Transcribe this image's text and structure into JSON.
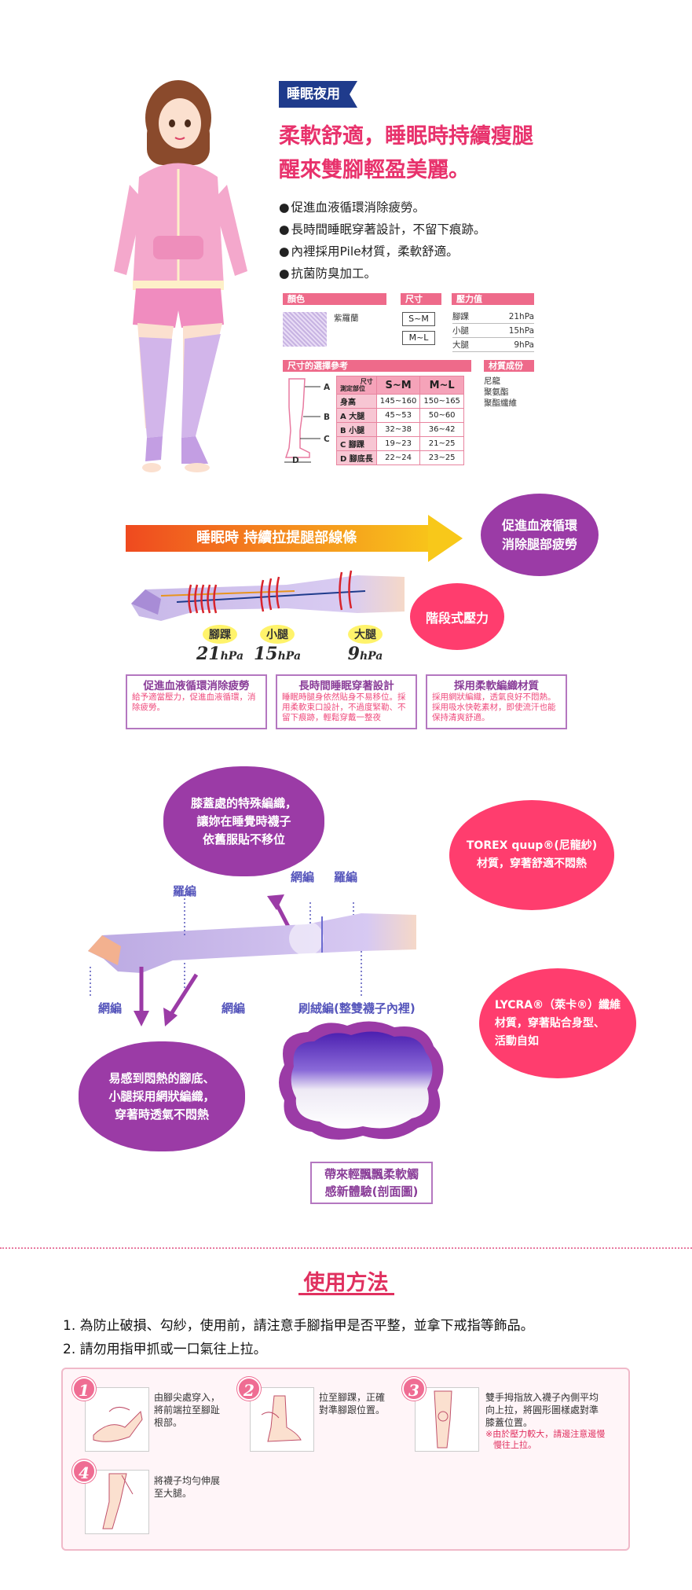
{
  "intro": {
    "tag": "睡眠夜用",
    "headline": [
      "柔軟舒適，睡眠時持續瘦腿",
      "醒來雙腳輕盈美麗。"
    ],
    "features": [
      "促進血液循環消除疲勞。",
      "長時間睡眠穿著設計，不留下痕跡。",
      "內裡採用Pile材質，柔軟舒適。",
      "抗菌防臭加工。"
    ]
  },
  "spec": {
    "color_header": "顏色",
    "color_name": "紫羅蘭",
    "size_header": "尺寸",
    "sizes": [
      "S~M",
      "M~L"
    ],
    "pressure_header": "壓力值",
    "pressures": [
      {
        "part": "腳踝",
        "value": "21hPa"
      },
      {
        "part": "小腿",
        "value": "15hPa"
      },
      {
        "part": "大腿",
        "value": "9hPa"
      }
    ],
    "ref_header": "尺寸的選擇參考",
    "ref_table": {
      "corner_top": "尺寸",
      "corner_bottom": "測定部位",
      "columns": [
        "S~M",
        "M~L"
      ],
      "rows": [
        {
          "label": "身高",
          "values": [
            "145~160",
            "150~165"
          ]
        },
        {
          "label": "A 大腿",
          "values": [
            "45~53",
            "50~60"
          ]
        },
        {
          "label": "B 小腿",
          "values": [
            "32~38",
            "36~42"
          ]
        },
        {
          "label": "C 腳踝",
          "values": [
            "19~23",
            "21~25"
          ]
        },
        {
          "label": "D 腳底長",
          "values": [
            "22~24",
            "23~25"
          ]
        }
      ]
    },
    "leg_marks": [
      "A",
      "B",
      "C",
      "D"
    ],
    "material_header": "材質成份",
    "materials": [
      "尼龍",
      "聚氨酯",
      "聚酯纖維"
    ]
  },
  "pressure": {
    "arrow_text": "睡眠時  持續拉提腿部線條",
    "bubble_top": [
      "促進血液循環",
      "消除腿部疲勞"
    ],
    "bubble_mid": "階段式壓力",
    "labels": [
      {
        "name": "腳踝",
        "value": "21",
        "unit": "hPa"
      },
      {
        "name": "小腿",
        "value": "15",
        "unit": "hPa"
      },
      {
        "name": "大腿",
        "value": "9",
        "unit": "hPa"
      }
    ],
    "cards": [
      {
        "title": "促進血液循環消除疲勞",
        "body": "給予適當壓力，促進血液循環，消除疲勞。"
      },
      {
        "title": "長時間睡眠穿著設計",
        "body": "睡眠時腿身依然貼身不易移位。採用柔軟束口設計，不過度緊勒、不留下痕跡，輕鬆穿戴一整夜"
      },
      {
        "title": "採用柔軟編織材質",
        "body": "採用網狀編織，透氣良好不悶熱。採用吸水快乾素材，即使流汗也能保持清爽舒適。"
      }
    ]
  },
  "structure": {
    "cloud_knee": [
      "膝蓋處的特殊編織，",
      "讓妳在睡覺時襪子",
      "依舊服貼不移位"
    ],
    "bubble_torex": [
      "TOREX quup®(尼龍紗)",
      "材質，穿著舒適不悶熱"
    ],
    "bubble_lycra": [
      "LYCRA®（萊卡®）纖維",
      "材質，穿著貼合身型、",
      "活動自如"
    ],
    "cloud_foot": [
      "易感到悶熱的腳底、",
      "小腿採用網狀編織，",
      "穿著時透氣不悶熱"
    ],
    "labels": {
      "rib1": "羅編",
      "mesh_top": "網編",
      "rib2": "羅編",
      "mesh_left": "網編",
      "mesh_mid": "網編",
      "pile": "刷絨編(整雙襪子內裡)"
    },
    "section_box": [
      "帶來輕飄飄柔軟觸",
      "感新體驗(剖面圖)"
    ]
  },
  "howto": {
    "title": "使用方法",
    "instructions": [
      "1.  為防止破損、勾紗，使用前，請注意手腳指甲是否平整，並拿下戒指等飾品。",
      "2.  請勿用指甲抓或一口氣往上拉。"
    ],
    "steps": [
      {
        "num": "1",
        "lines": [
          "由腳尖處穿入，",
          "將前端拉至腳趾",
          "根部。"
        ]
      },
      {
        "num": "2",
        "lines": [
          "拉至腳踝，正確",
          "對準腳跟位置。"
        ]
      },
      {
        "num": "3",
        "lines": [
          "雙手拇指放入襪子內側平均",
          "向上拉，將圓形圖樣處對準",
          "膝蓋位置。"
        ],
        "note": [
          "※由於壓力較大，請邊注意邊慢",
          "慢往上拉。"
        ]
      },
      {
        "num": "4",
        "lines": [
          "將襪子均勻伸展",
          "至大腿。"
        ]
      }
    ]
  },
  "colors": {
    "pink": "#e8326c",
    "navy": "#1f3b8c",
    "purple": "#9b3ba6",
    "hotpink": "#ff3d6e",
    "lavender": "#c7b3e2"
  }
}
